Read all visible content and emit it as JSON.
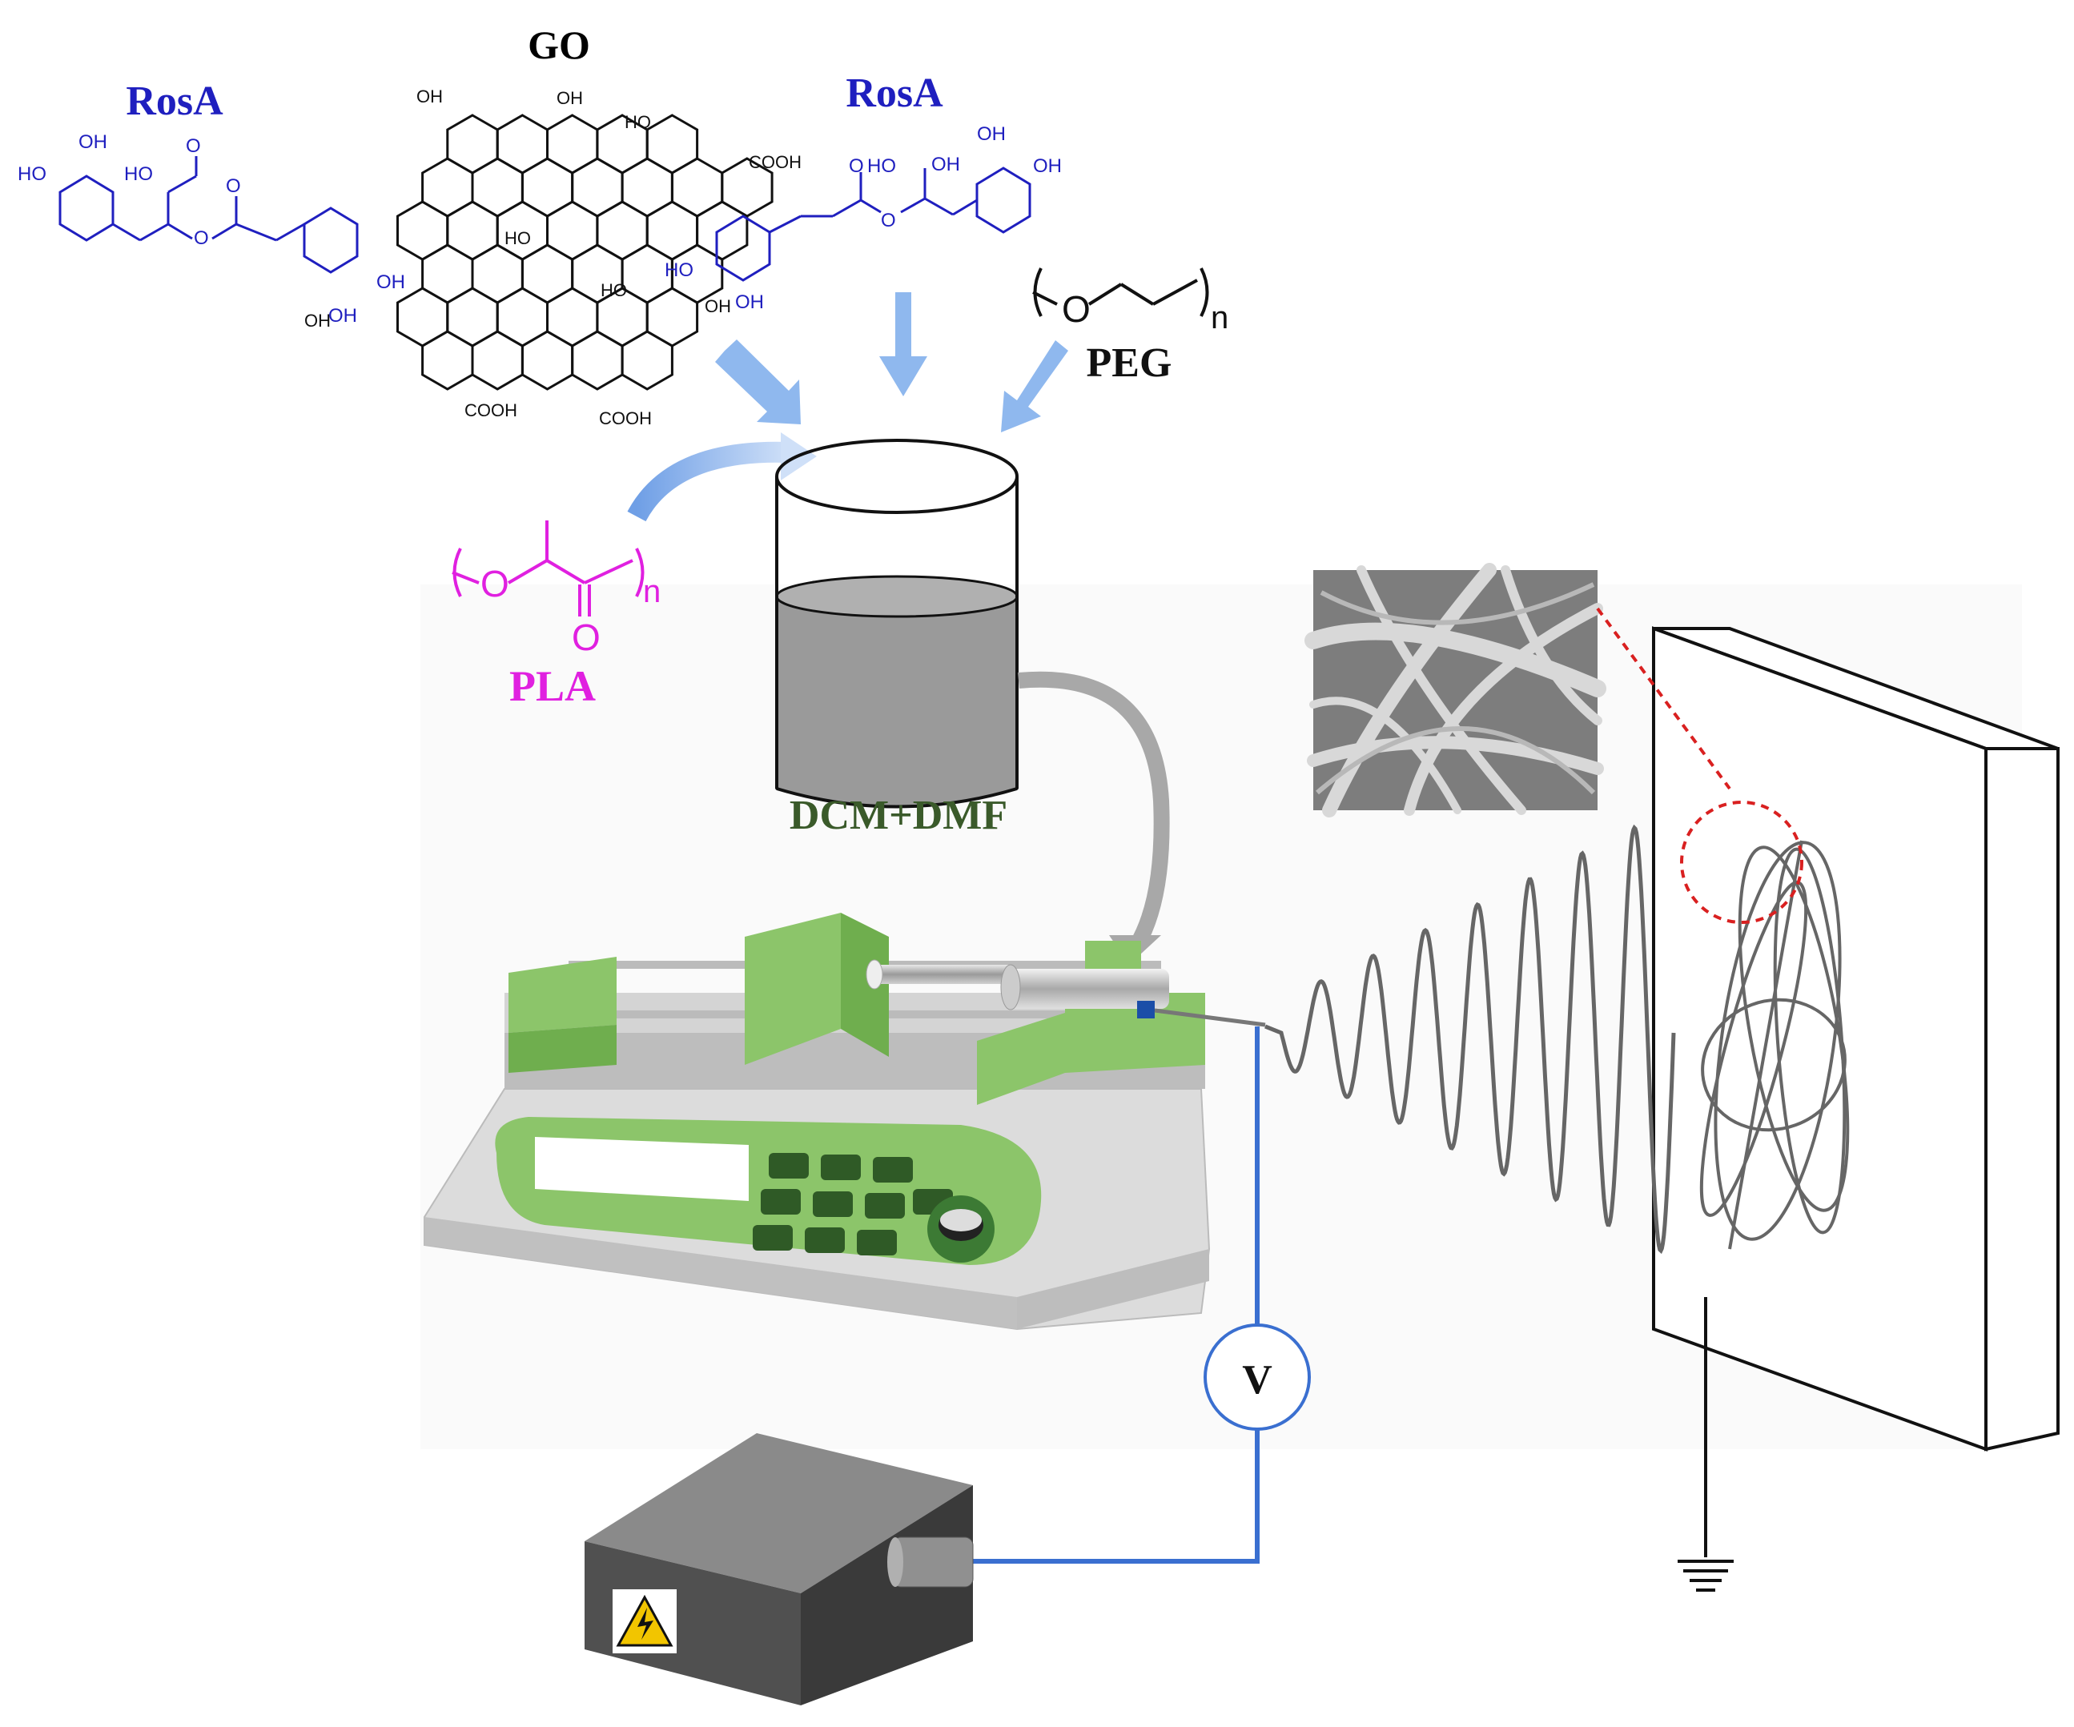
{
  "labels": {
    "go": "GO",
    "rosa_left": "RosA",
    "rosa_right": "RosA",
    "peg": "PEG",
    "pla": "PLA",
    "solvent": "DCM+DMF",
    "voltmeter": "V"
  },
  "chem_text": {
    "oh": "OH",
    "ho": "HO",
    "cooh": "COOH",
    "o": "O",
    "n": "n"
  },
  "colors": {
    "rosa": "#1f1fbf",
    "go": "#111111",
    "pla": "#e020e0",
    "solvent_label": "#3a5a2a",
    "arrow": "#8fb8ee",
    "wire": "#3a6fd0",
    "pump_green": "#8cc56a",
    "fiber": "#666666",
    "dashed": "#d92020",
    "liquid": "#9a9a9a",
    "warning": "#f2c500"
  },
  "icons": {
    "hazard": "high-voltage-warning-icon",
    "ground": "ground-icon"
  }
}
